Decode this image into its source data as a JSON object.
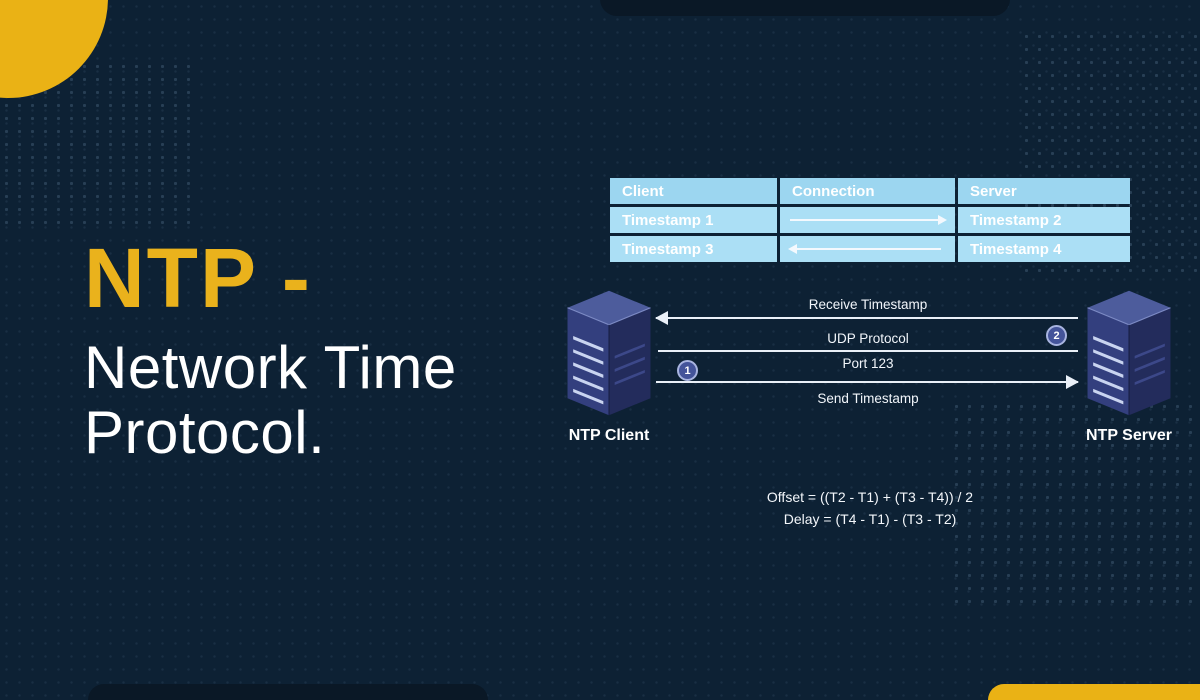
{
  "title": {
    "ntp": "NTP -",
    "line1": "Network Time",
    "line2": "Protocol."
  },
  "table": {
    "headers": [
      "Client",
      "Connection",
      "Server"
    ],
    "rows": [
      {
        "client": "Timestamp 1",
        "direction": "right",
        "server": "Timestamp 2"
      },
      {
        "client": "Timestamp 3",
        "direction": "left",
        "server": "Timestamp 4"
      }
    ]
  },
  "diagram": {
    "client_label": "NTP Client",
    "server_label": "NTP Server",
    "labels": {
      "receive": "Receive Timestamp",
      "udp": "UDP Protocol",
      "port": "Port 123",
      "send": "Send Timestamp"
    },
    "badges": {
      "one": "1",
      "two": "2"
    }
  },
  "formulas": {
    "offset": "Offset = ((T2 - T1) + (T3 - T4)) / 2",
    "delay": "Delay = (T4 - T1) - (T3 - T2)"
  },
  "colors": {
    "background": "#0d2134",
    "accent_yellow": "#eab215",
    "table_cell": "#abdff5",
    "table_header": "#9cd6f0",
    "line_color": "#eaf0f8",
    "server_body": "#333f7e"
  }
}
